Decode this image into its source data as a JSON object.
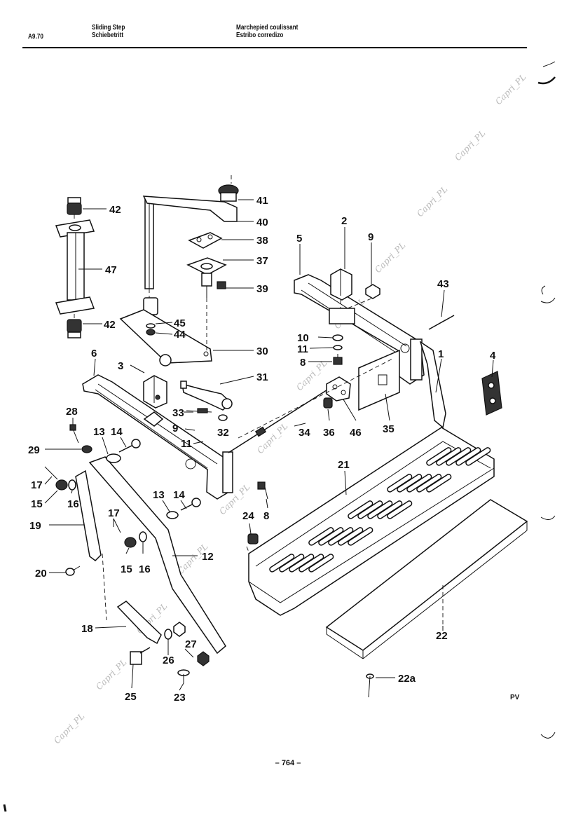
{
  "header": {
    "code": "A9.70",
    "title_en": "Sliding Step",
    "title_de": "Schiebetritt",
    "title_fr": "Marchepied coulissant",
    "title_es": "Estribo corredizo"
  },
  "footer": {
    "page": "– 764 –",
    "mark": "PV"
  },
  "watermark": "Capri_PL",
  "callouts": [
    "41",
    "40",
    "38",
    "37",
    "39",
    "42",
    "47",
    "42",
    "45",
    "44",
    "30",
    "31",
    "33",
    "32",
    "3",
    "6",
    "5",
    "2",
    "9",
    "43",
    "10",
    "11",
    "8",
    "1",
    "4",
    "28",
    "29",
    "13",
    "14",
    "9",
    "11",
    "34",
    "36",
    "46",
    "35",
    "21",
    "17",
    "15",
    "16",
    "19",
    "13",
    "14",
    "17",
    "15",
    "16",
    "12",
    "20",
    "24",
    "8",
    "18",
    "27",
    "26",
    "25",
    "23",
    "22",
    "22a"
  ]
}
